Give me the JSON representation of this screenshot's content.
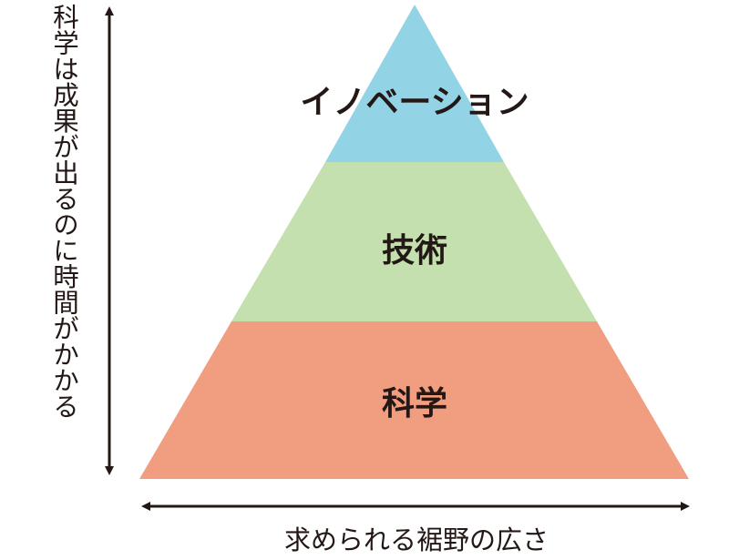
{
  "pyramid": {
    "tiers": [
      {
        "label": "イノベーション",
        "color": "#92d3e6"
      },
      {
        "label": "技術",
        "color": "#c4e0ae"
      },
      {
        "label": "科学",
        "color": "#f09d80"
      }
    ]
  },
  "axes": {
    "vertical_label": "科学は成果が出るのに時間がかかる",
    "horizontal_label": "求められる裾野の広さ",
    "line_color": "#231815"
  }
}
